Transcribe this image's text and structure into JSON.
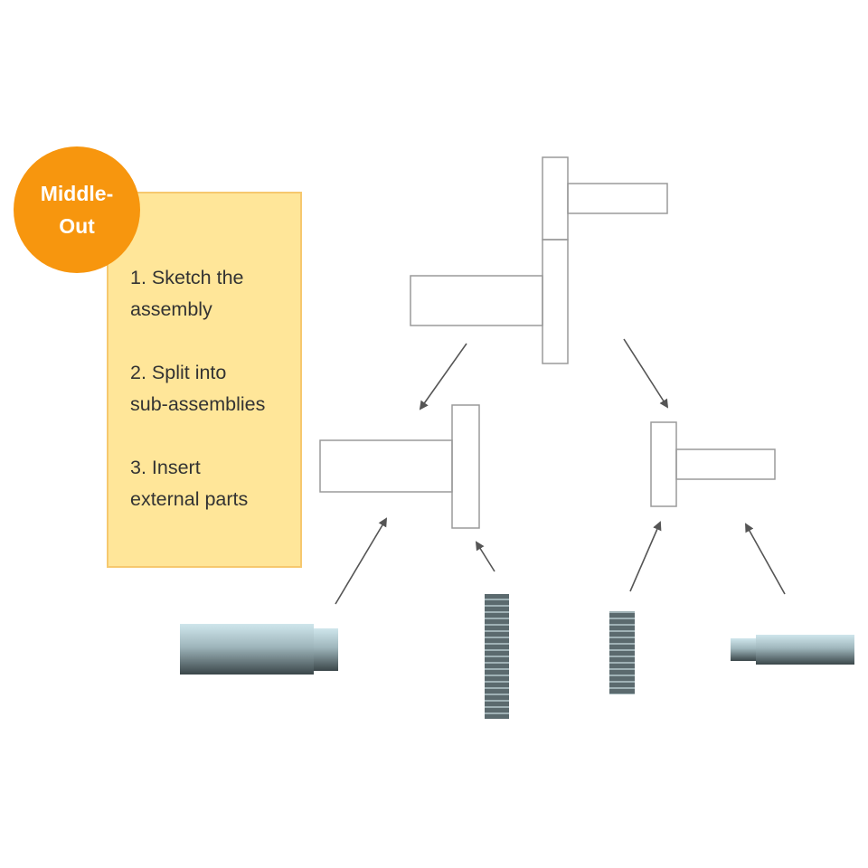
{
  "badge": {
    "line1": "Middle-",
    "line2": "Out"
  },
  "steps": [
    {
      "line1": "1. Sketch the",
      "line2": "assembly"
    },
    {
      "line1": "2. Split into",
      "line2": "sub-assemblies"
    },
    {
      "line1": "3. Insert",
      "line2": "external parts"
    }
  ],
  "colors": {
    "badge": "#f7960e",
    "box": "#ffe699",
    "outline": "#999999",
    "arrow": "#555555"
  }
}
